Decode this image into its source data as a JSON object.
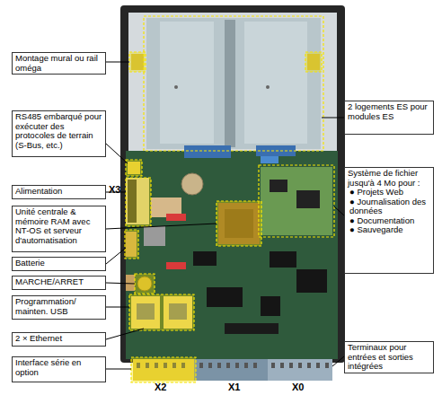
{
  "diagram": {
    "nodes": [
      {
        "text": [
          "Montage mural ou rail oméga"
        ]
      },
      {
        "text": [
          "2 logements ES pour modules ES"
        ]
      },
      {
        "text": [
          "RS485 embarqué pour exécuter des protocoles de terrain (S-Bus, etc.)"
        ]
      },
      {
        "text": [
          "Système de fichier jusqu'à 4 Mo pour :",
          "● Projets Web",
          "● Journalisation des données",
          "● Documentation",
          "● Sauvegarde"
        ]
      },
      {
        "text": [
          "Alimentation"
        ]
      },
      {
        "text": [
          "Unité centrale & mémoire RAM avec NT-OS et serveur d'automatisation"
        ]
      },
      {
        "text": [
          "Batterie"
        ]
      },
      {
        "text": [
          "MARCHE/ARRET"
        ]
      },
      {
        "text": [
          "Programmation/ mainten. USB"
        ]
      },
      {
        "text": [
          "2 × Ethernet"
        ]
      },
      {
        "text": [
          "Terminaux pour entrées et sorties intégrées"
        ]
      },
      {
        "text": [
          "Interface série en option"
        ]
      }
    ],
    "labels": [
      "X3",
      "X2",
      "X1",
      "X0"
    ]
  }
}
